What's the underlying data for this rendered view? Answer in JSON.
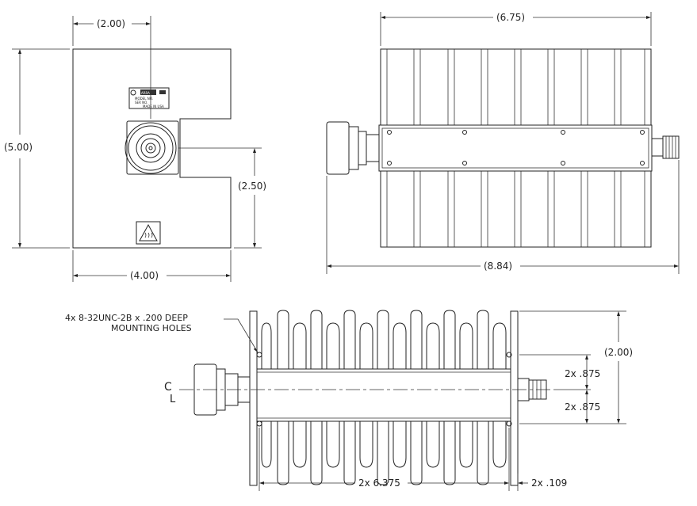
{
  "front_view": {
    "width_dim": "(2.00)",
    "height_dim": "(5.00)",
    "center_dim": "(2.50)",
    "base_dim": "(4.00)"
  },
  "side_view": {
    "top_dim": "(6.75)",
    "overall_dim": "(8.84)"
  },
  "bottom_view": {
    "note_line1": "4x 8-32UNC-2B x .200 DEEP",
    "note_line2": "MOUNTING HOLES",
    "height_dim": "(2.00)",
    "upper_offset": "2x  .875",
    "lower_offset": "2x  .875",
    "hole_spacing": "2x  6.375",
    "edge_offset": "2x  .109",
    "centerline_symbol": "C",
    "centerline_sub": "L"
  },
  "label_plate": {
    "logo": "ARRA",
    "line1": "MODEL   NO.",
    "line2": "SER NO.",
    "line3": "MADE IN USA"
  },
  "icons": [
    "heat-warning-icon"
  ]
}
